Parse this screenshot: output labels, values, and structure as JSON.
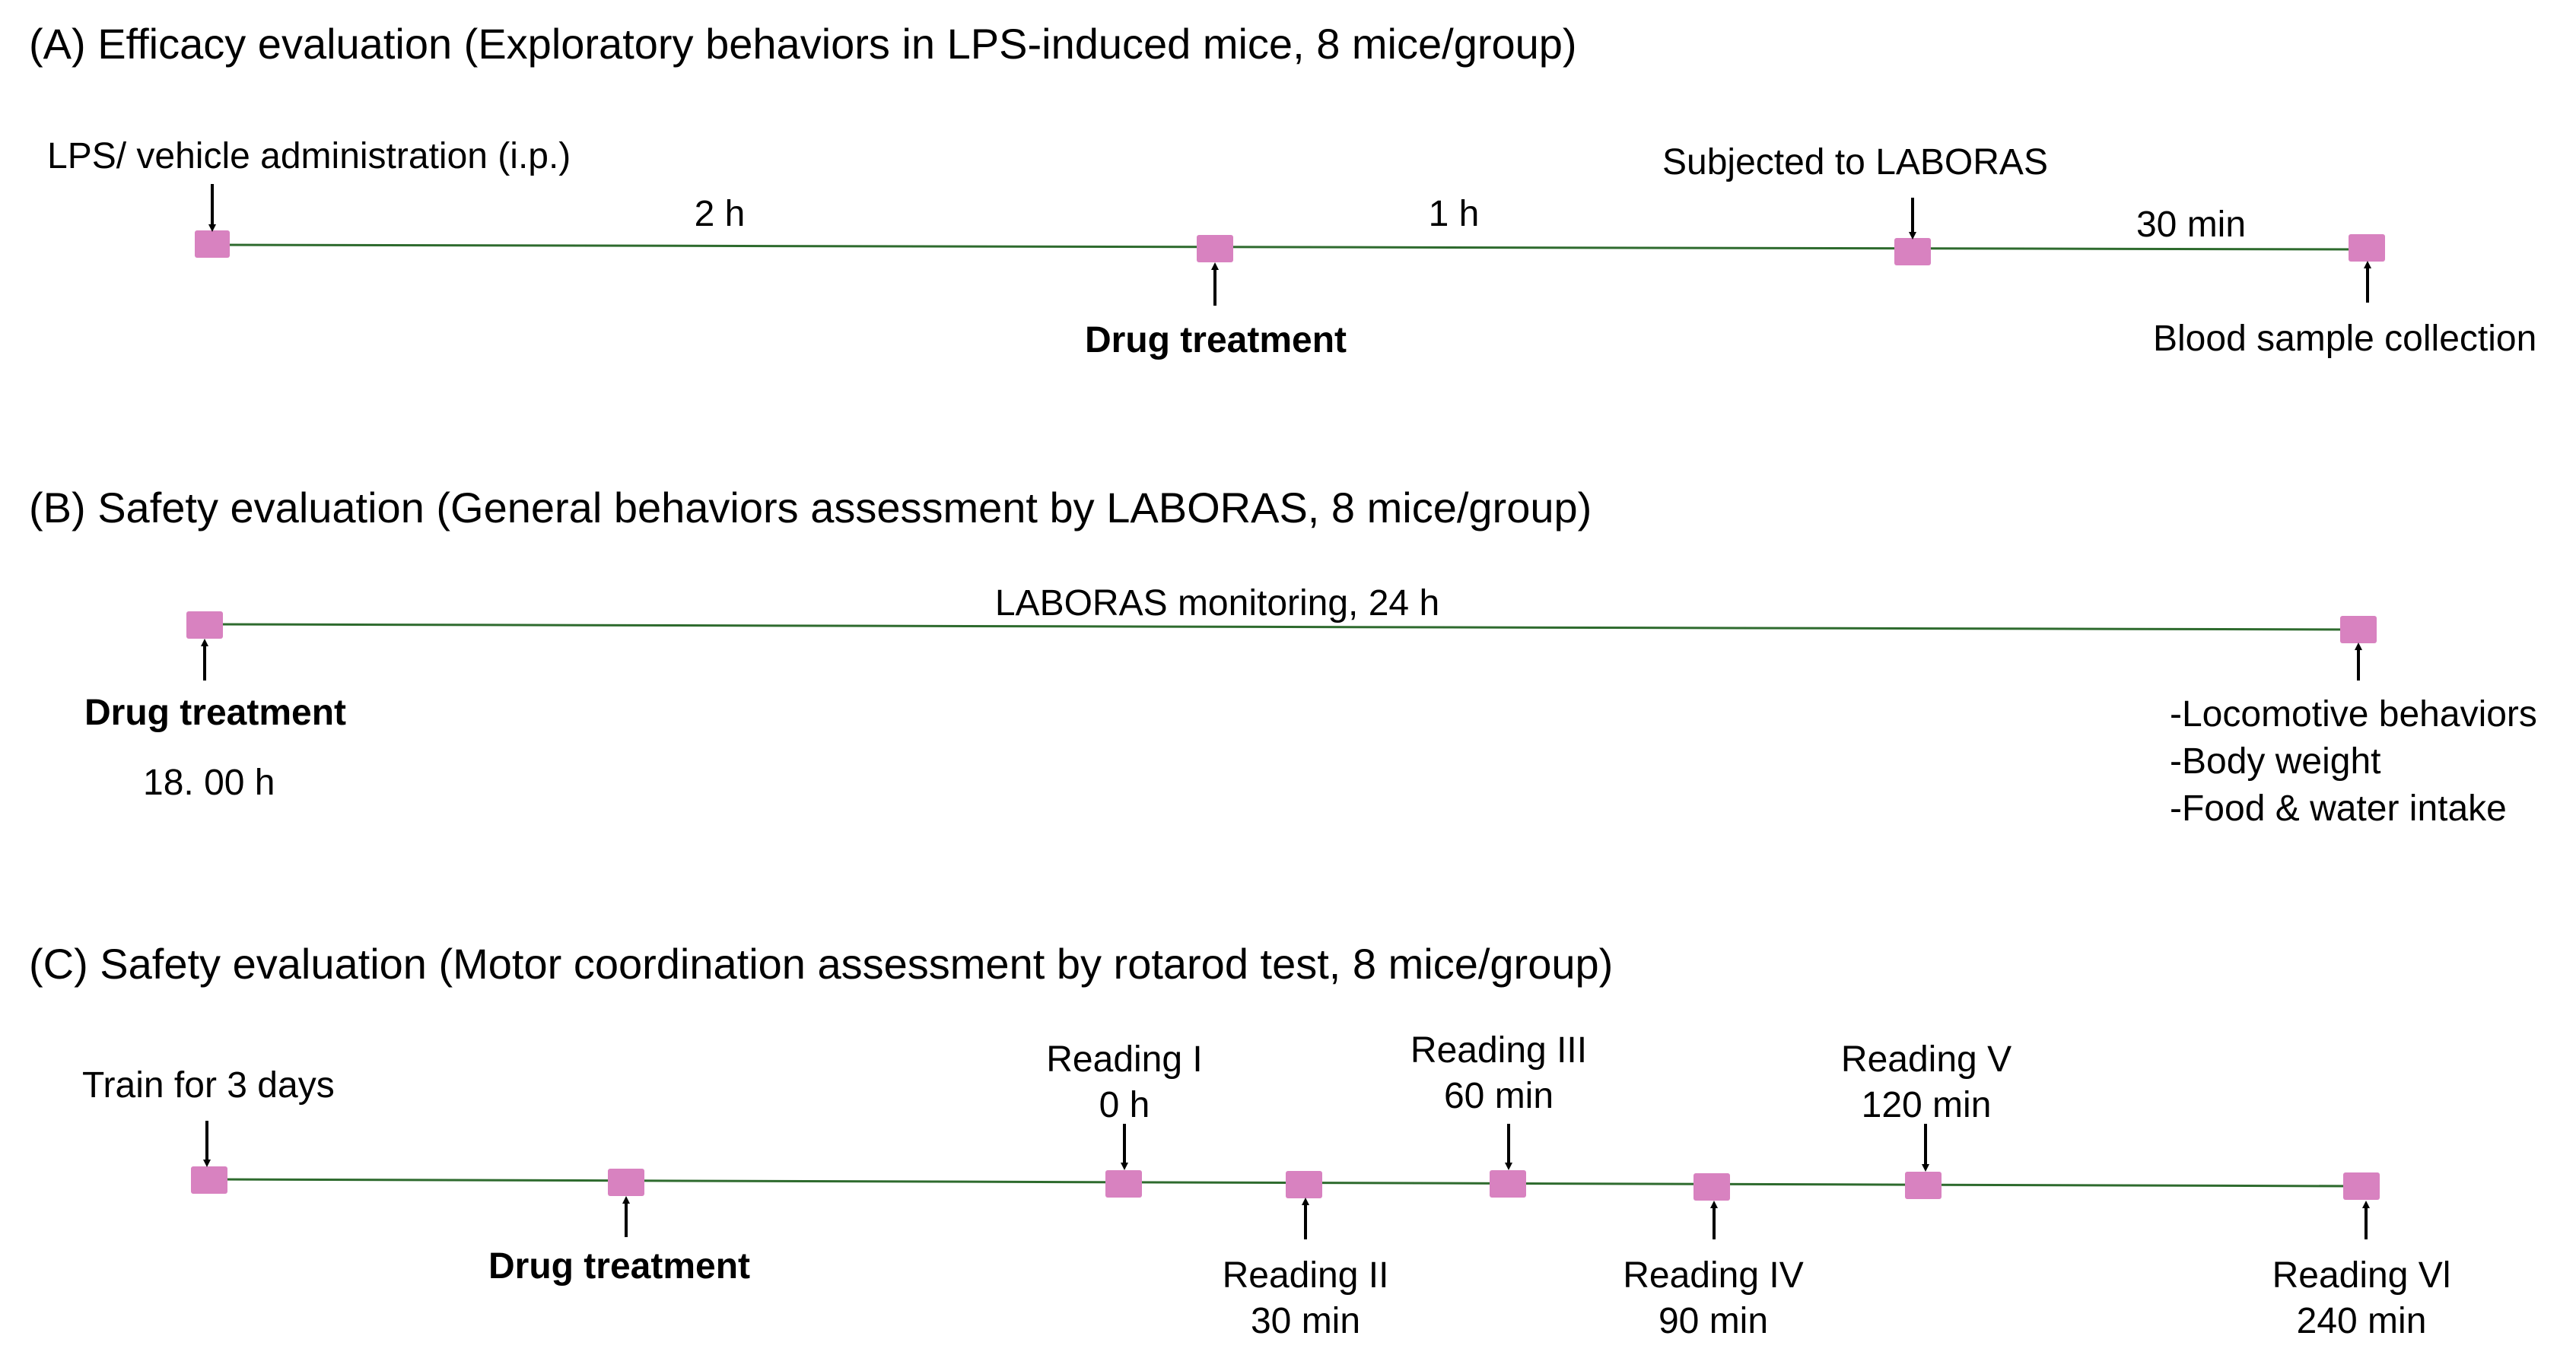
{
  "colors": {
    "line": "#2e6b2e",
    "marker": "#d882c0",
    "marker_border": "#c46aae",
    "arrow": "#000000",
    "text": "#000000"
  },
  "panel_a": {
    "title": "(A) Efficacy evaluation (Exploratory behaviors in LPS-induced mice, 8 mice/group)",
    "lps_label": "LPS/ vehicle administration (i.p.)",
    "interval_1": "2 h",
    "interval_2": "1 h",
    "interval_3": "30 min",
    "drug_label": "Drug treatment",
    "laboras_label": "Subjected to LABORAS",
    "blood_label": "Blood sample collection"
  },
  "panel_b": {
    "title": "(B) Safety evaluation (General behaviors assessment by LABORAS, 8 mice/group)",
    "monitoring_label": "LABORAS monitoring, 24 h",
    "drug_label": "Drug treatment",
    "time_label": "18. 00 h",
    "outcome_1": "-Locomotive behaviors",
    "outcome_2": "-Body weight",
    "outcome_3": "-Food & water intake"
  },
  "panel_c": {
    "title": "(C) Safety evaluation (Motor coordination assessment by rotarod test, 8 mice/group)",
    "train_label": "Train for 3 days",
    "drug_label": "Drug treatment",
    "readings": [
      {
        "name": "Reading I",
        "time": "0 h"
      },
      {
        "name": "Reading II",
        "time": "30 min"
      },
      {
        "name": "Reading III",
        "time": "60 min"
      },
      {
        "name": "Reading IV",
        "time": "90 min"
      },
      {
        "name": "Reading V",
        "time": "120 min"
      },
      {
        "name": "Reading Vl",
        "time": "240 min"
      }
    ]
  }
}
